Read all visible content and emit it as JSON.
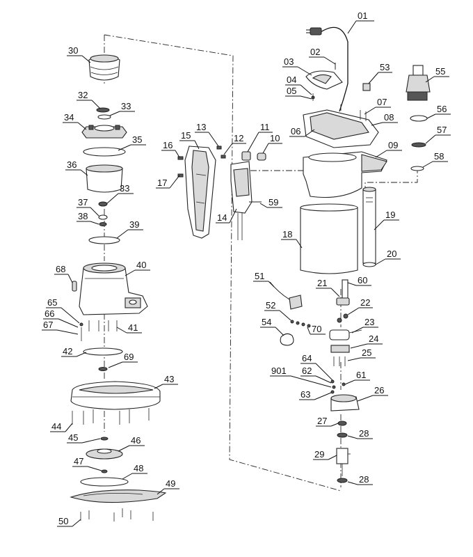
{
  "diagram": {
    "labels": [
      "01",
      "02",
      "03",
      "04",
      "05",
      "06",
      "07",
      "08",
      "09",
      "10",
      "11",
      "12",
      "13",
      "14",
      "15",
      "16",
      "17",
      "18",
      "19",
      "20",
      "21",
      "22",
      "23",
      "24",
      "25",
      "26",
      "27",
      "28",
      "28",
      "29",
      "30",
      "32",
      "33",
      "33",
      "34",
      "35",
      "36",
      "37",
      "38",
      "39",
      "40",
      "41",
      "42",
      "43",
      "44",
      "45",
      "46",
      "47",
      "48",
      "49",
      "50",
      "51",
      "52",
      "53",
      "54",
      "55",
      "56",
      "57",
      "58",
      "59",
      "60",
      "61",
      "62",
      "63",
      "64",
      "65",
      "66",
      "67",
      "68",
      "69",
      "70",
      "901"
    ]
  }
}
